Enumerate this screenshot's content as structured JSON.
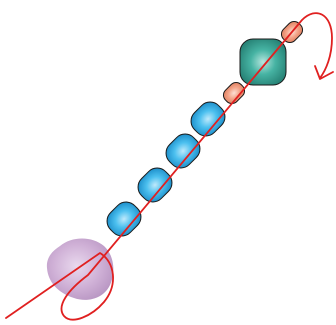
{
  "diagram": {
    "colors": {
      "thread": "#e02020",
      "purple_fill": "#c8a8cf",
      "blue_fill": "#2aa8df",
      "teal_fill": "#2f9a8c",
      "orange_fill": "#ef9a7e",
      "outline": "#222222"
    },
    "elements": [
      {
        "kind": "blob",
        "color": "purple"
      },
      {
        "kind": "bead",
        "color": "blue"
      },
      {
        "kind": "bead",
        "color": "blue"
      },
      {
        "kind": "bead",
        "color": "blue"
      },
      {
        "kind": "bead",
        "color": "blue"
      },
      {
        "kind": "small-bead",
        "color": "orange"
      },
      {
        "kind": "square-bead",
        "color": "teal"
      },
      {
        "kind": "small-bead",
        "color": "orange"
      }
    ]
  }
}
